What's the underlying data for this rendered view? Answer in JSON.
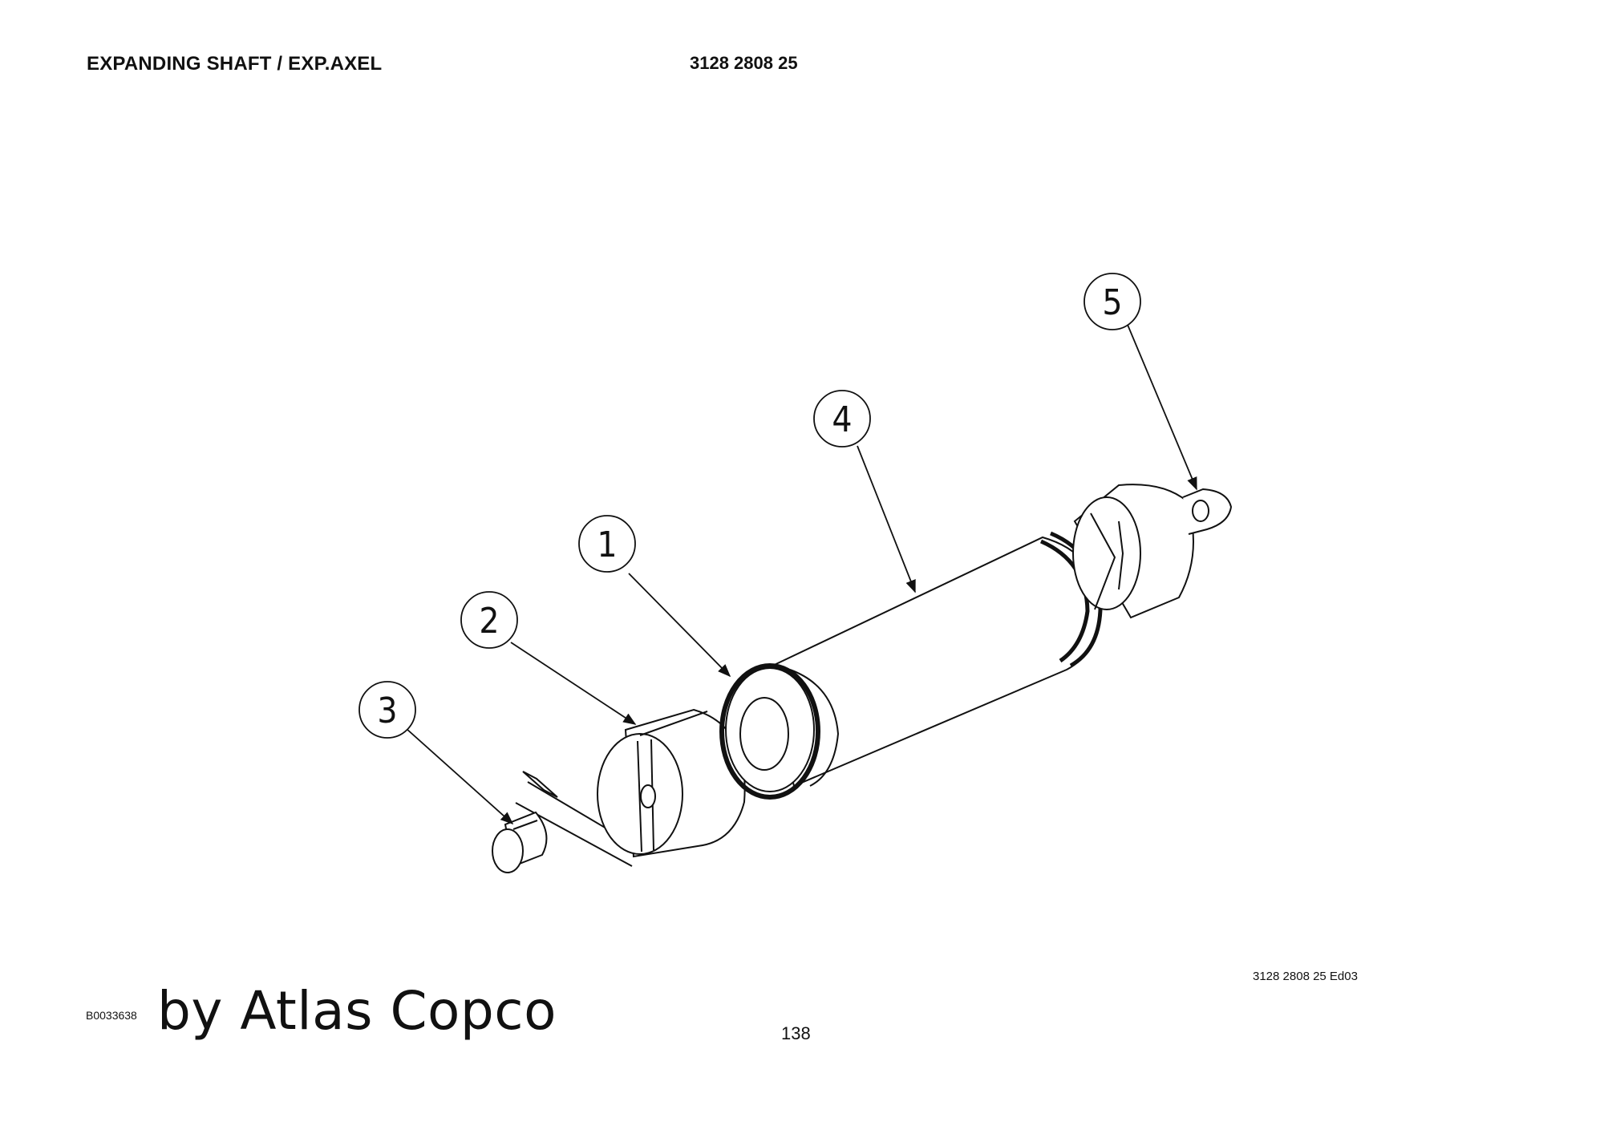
{
  "header": {
    "title": "EXPANDING SHAFT / EXP.AXEL",
    "part_number": "3128 2808 25"
  },
  "drawing": {
    "callouts": [
      {
        "label": "1"
      },
      {
        "label": "2"
      },
      {
        "label": "3"
      },
      {
        "label": "4"
      },
      {
        "label": "5"
      }
    ]
  },
  "footer": {
    "edition": "3128 2808 25 Ed03",
    "reference": "B0033638",
    "brand": "by Atlas Copco",
    "page_number": "138"
  }
}
